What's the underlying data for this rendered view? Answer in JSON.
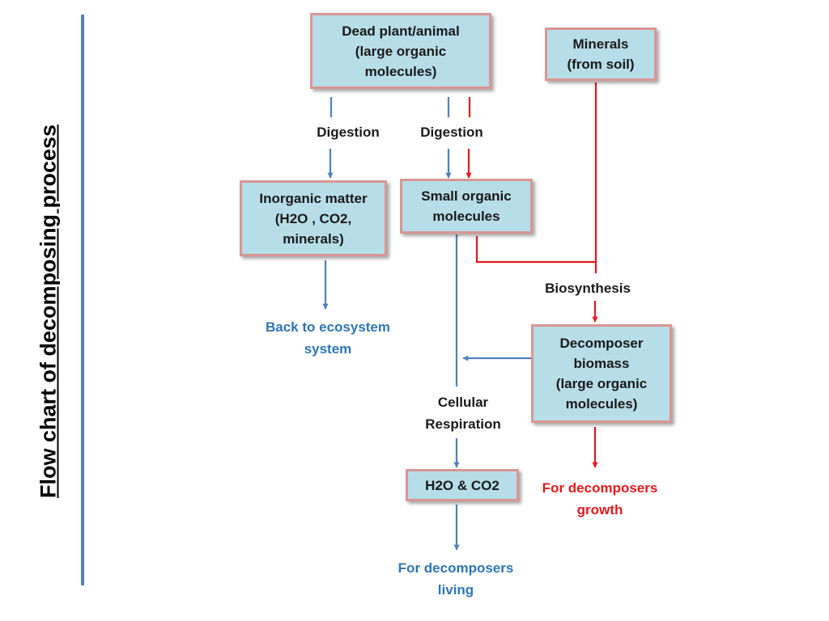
{
  "title": "Flow chart of decomposing process",
  "colors": {
    "box_fill": "#b7dde8",
    "box_border": "#d99694",
    "blue_arrow": "#4f81bd",
    "red_arrow": "#e31a1c",
    "blue_text": "#2e75b6",
    "red_text": "#e31a1c"
  },
  "nodes": {
    "dead": [
      "Dead plant/animal",
      "(large organic",
      "molecules)"
    ],
    "minerals": [
      "Minerals",
      "(from soil)"
    ],
    "inorganic": [
      "Inorganic matter",
      "(H2O , CO2,",
      "minerals)"
    ],
    "small": [
      "Small organic",
      "molecules"
    ],
    "biomass": [
      "Decomposer",
      "biomass",
      "(large organic",
      "molecules)"
    ],
    "h2o": [
      "H2O  & CO2"
    ]
  },
  "labels": {
    "digestion_left": "Digestion",
    "digestion_right": "Digestion",
    "biosynthesis": "Biosynthesis",
    "cellular": [
      "Cellular",
      "Respiration"
    ],
    "back_to": [
      "Back to ecosystem",
      "system"
    ],
    "growth": [
      "For decomposers",
      "growth"
    ],
    "living": [
      "For decomposers",
      "living"
    ]
  }
}
